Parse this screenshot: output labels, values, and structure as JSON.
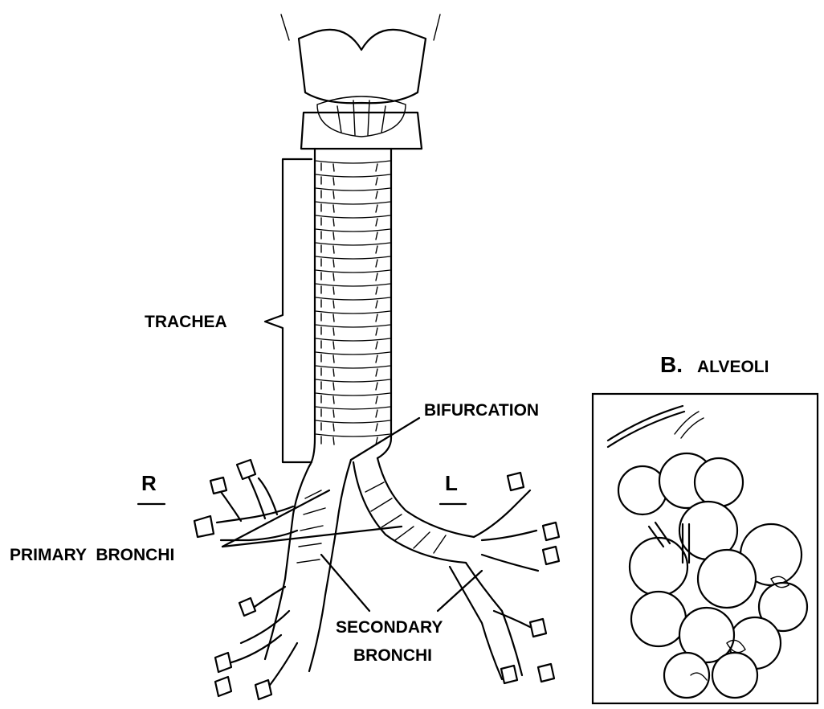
{
  "figure": {
    "labels": {
      "trachea": "TRACHEA",
      "bifurcation": "BIFURCATION",
      "right": "R",
      "left": "L",
      "primary_bronchi": "PRIMARY  BRONCHI",
      "secondary_bronchi_line1": "SECONDARY",
      "secondary_bronchi_line2": "BRONCHI",
      "panel_letter": "B.",
      "panel_title": "ALVEOLI"
    }
  }
}
